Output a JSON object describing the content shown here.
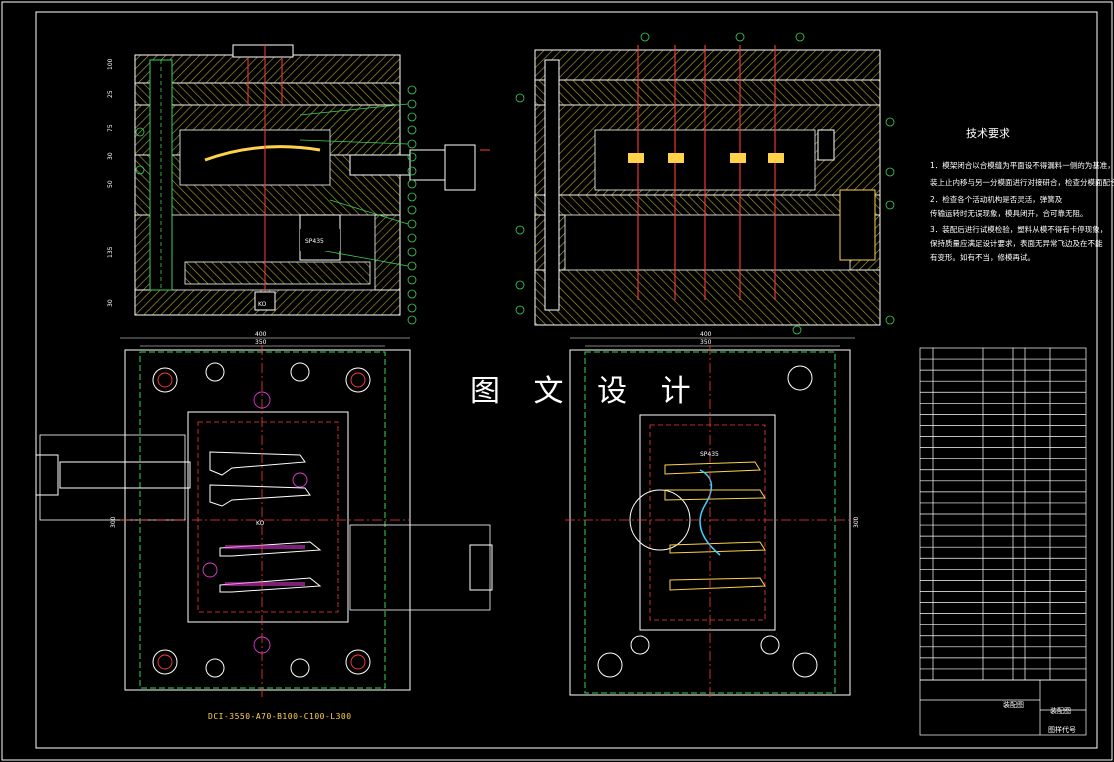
{
  "overlay": {
    "watermark_title": "图 文 设 计"
  },
  "drawing": {
    "model_code": "DCI-3550-A70-B100-C100-L300",
    "tech_req": {
      "title": "技术要求",
      "lines": [
        "1．模架闭合以合模缝为平面设不得漏料一侧的为基准，",
        "装上止内移与另一分模面进行对接研合，检查分模面配合情况；",
        "2．检查各个活动机构是否灵活，弹簧及",
        "传输运转时无误现象，模具闭开，合可靠无阻。",
        "3．装配后进行试模检验，塑料从模不得有卡停现象，",
        "保持质量应满足设计要求，表面无异常飞边及在不能",
        "有变形。如有不当，修模再试。"
      ]
    },
    "title_block": {
      "drawing_name": "装配图",
      "label2": "装配图",
      "label3": "图样代号"
    },
    "top_left_dims": [
      "100",
      "25",
      "75",
      "50",
      "30",
      "135",
      "30"
    ],
    "plan_dims": {
      "left_width_outer": "400",
      "left_width_inner": "350",
      "right_width_outer": "400",
      "right_width_inner": "350",
      "left_height": "300",
      "right_height": "300"
    },
    "part_labels": [
      "SP435",
      "KO"
    ],
    "insert_labels": [
      "KO",
      "SP435"
    ]
  },
  "colors": {
    "frame": "#ffffff",
    "plate": "#b8b14a",
    "accent": "#ff3b3b",
    "green": "#39d353",
    "yellow": "#ffd24a",
    "magenta": "#e23bd8",
    "cyan": "#3fd0ff"
  }
}
